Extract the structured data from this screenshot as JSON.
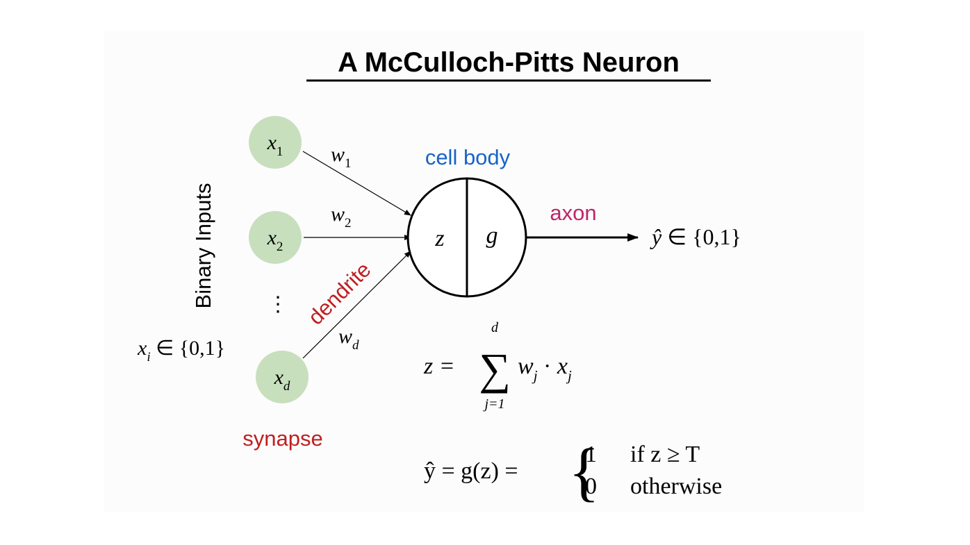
{
  "title": "A McCulloch-Pitts Neuron",
  "colors": {
    "input_fill": "#c8dfbd",
    "cell_body": "#1763c6",
    "axon": "#c0246b",
    "dendrite": "#c01f1f",
    "synapse": "#c01f1f",
    "ink": "#000000"
  },
  "inputs": [
    {
      "var": "x",
      "sub": "1",
      "weight_var": "w",
      "weight_sub": "1"
    },
    {
      "var": "x",
      "sub": "2",
      "weight_var": "w",
      "weight_sub": "2"
    },
    {
      "var": "x",
      "sub": "d",
      "weight_var": "w",
      "weight_sub": "d"
    }
  ],
  "ellipsis": "⋮",
  "binary_inputs_label": "Binary Inputs",
  "input_domain": {
    "var": "x",
    "sub": "i",
    "rest": " ∈ {0,1}"
  },
  "labels": {
    "cell_body": "cell body",
    "axon": "axon",
    "dendrite": "dendrite",
    "synapse": "synapse"
  },
  "neuron": {
    "left": "z",
    "right": "g"
  },
  "output": {
    "var": "ŷ",
    "rest": " ∈ {0,1}"
  },
  "formula_z": {
    "lhs": "z =",
    "sum": "∑",
    "upper": "d",
    "lower": "j=1",
    "term1_var": "w",
    "term1_sub": "j",
    "dot": " · ",
    "term2_var": "x",
    "term2_sub": "j"
  },
  "formula_y": {
    "lhs": "ŷ = g(z) =",
    "brace": "{",
    "case1_value": "1",
    "case1_cond": "if z ≥ T",
    "case2_value": "0",
    "case2_cond": "otherwise"
  }
}
